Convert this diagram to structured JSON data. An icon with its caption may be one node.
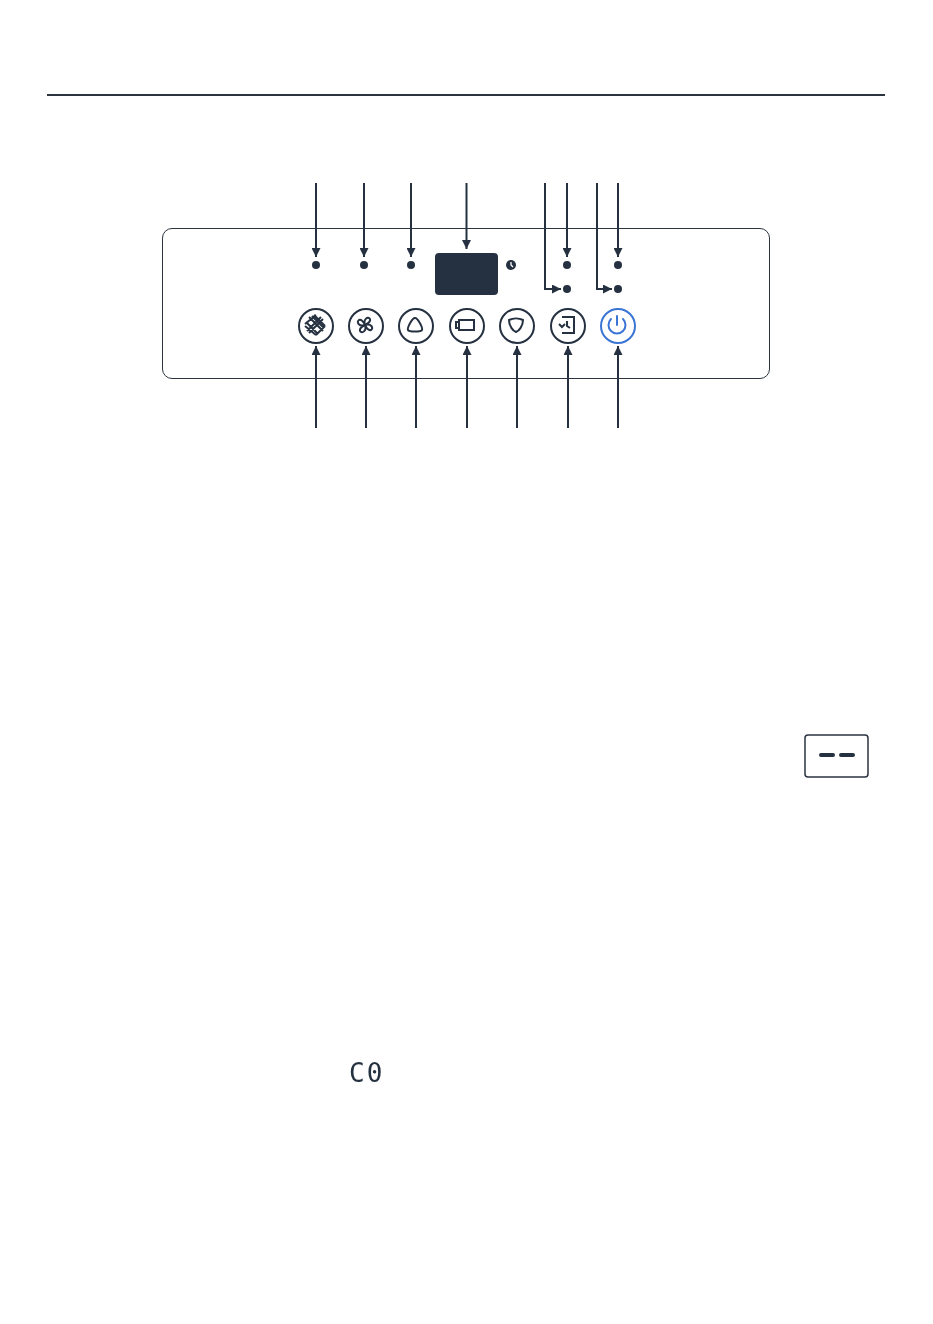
{
  "diagram": {
    "nodes": [
      {
        "text": [],
        "shape": "box"
      },
      {
        "text": [],
        "shape": "circle",
        "in": 0
      },
      {
        "text": [],
        "shape": "circle",
        "in": 0
      },
      {
        "text": [],
        "shape": "circle",
        "in": 0
      },
      {
        "text": [],
        "shape": "box",
        "in": 0
      },
      {
        "text": [],
        "shape": "circle",
        "in": 0
      },
      {
        "text": [],
        "shape": "circle",
        "in": 0
      },
      {
        "text": [],
        "shape": "circle",
        "in": 0
      },
      {
        "text": [],
        "shape": "circle",
        "in": 0
      },
      {
        "text": [],
        "shape": "circle",
        "in": 0
      },
      {
        "text": [],
        "shape": "circle",
        "in": 0
      },
      {
        "text": [],
        "shape": "circle",
        "in": 0
      },
      {
        "text": [],
        "shape": "circle",
        "in": 0
      },
      {
        "text": [],
        "shape": "circle",
        "in": 0
      },
      {
        "text": [],
        "shape": "circle",
        "in": 0
      },
      {
        "text": [],
        "shape": "circle",
        "in": 0
      }
    ],
    "edges": [
      {
        "from": null,
        "to": 1,
        "arrow": "to"
      },
      {
        "from": null,
        "to": 2,
        "arrow": "to"
      },
      {
        "from": null,
        "to": 3,
        "arrow": "to"
      },
      {
        "from": null,
        "to": 4,
        "arrow": "to"
      },
      {
        "from": null,
        "to": 6,
        "arrow": "to"
      },
      {
        "from": null,
        "to": 5,
        "arrow": "to"
      },
      {
        "from": null,
        "to": 8,
        "arrow": "to"
      },
      {
        "from": null,
        "to": 7,
        "arrow": "to"
      },
      {
        "from": null,
        "to": 9,
        "arrow": "to"
      },
      {
        "from": null,
        "to": 10,
        "arrow": "to"
      },
      {
        "from": null,
        "to": 11,
        "arrow": "to"
      },
      {
        "from": null,
        "to": 12,
        "arrow": "to"
      },
      {
        "from": null,
        "to": 13,
        "arrow": "to"
      },
      {
        "from": null,
        "to": 14,
        "arrow": "to"
      },
      {
        "from": null,
        "to": 15,
        "arrow": "to"
      }
    ],
    "labels": [
      "C0"
    ]
  }
}
